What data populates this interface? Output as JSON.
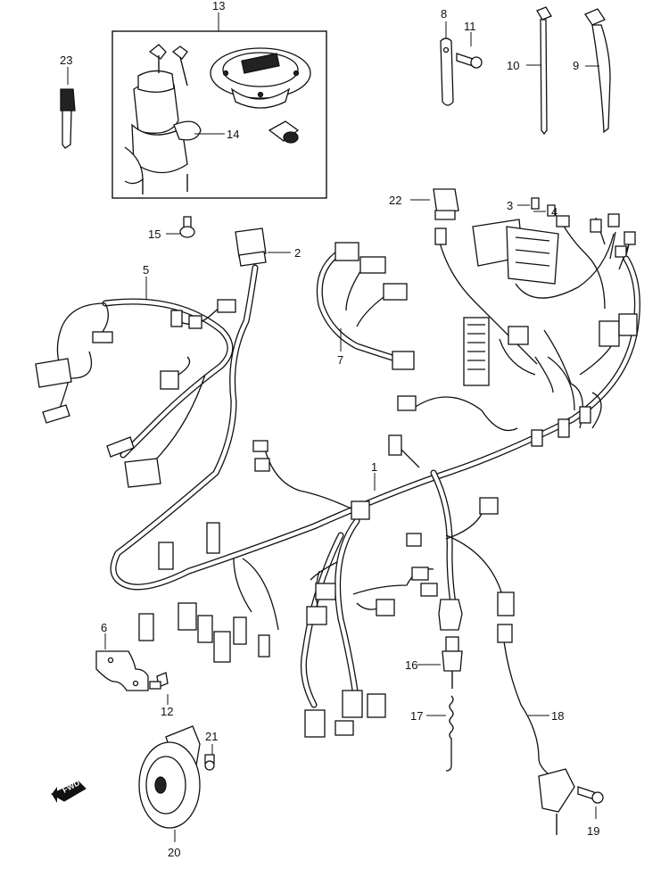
{
  "diagram": {
    "callouts": {
      "c1": "1",
      "c2": "2",
      "c3": "3",
      "c4": "4",
      "c5": "5",
      "c6": "6",
      "c7": "7",
      "c8": "8",
      "c9": "9",
      "c10": "10",
      "c11": "11",
      "c12": "12",
      "c13": "13",
      "c14": "14",
      "c15": "15",
      "c16": "16",
      "c17": "17",
      "c18": "18",
      "c19": "19",
      "c20": "20",
      "c21": "21",
      "c22": "22",
      "c23": "23"
    },
    "fwd_label": "FWD"
  }
}
